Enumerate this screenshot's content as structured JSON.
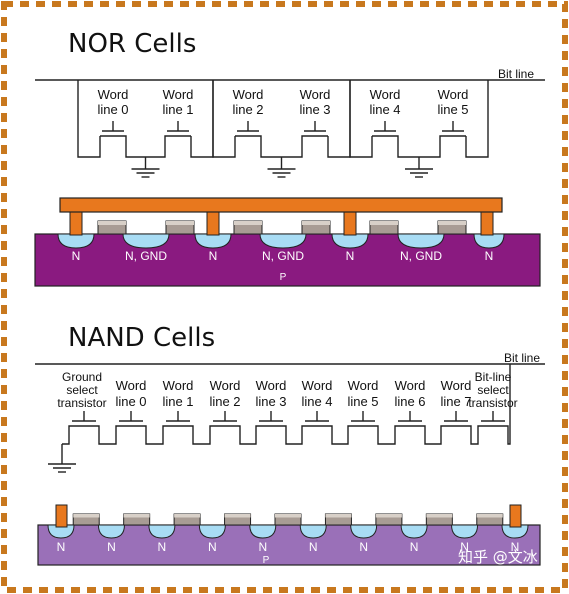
{
  "nor": {
    "title": "NOR Cells",
    "bit_line": "Bit line",
    "word_lines": [
      [
        "Word",
        "line 0"
      ],
      [
        "Word",
        "line 1"
      ],
      [
        "Word",
        "line 2"
      ],
      [
        "Word",
        "line 3"
      ],
      [
        "Word",
        "line 4"
      ],
      [
        "Word",
        "line 5"
      ]
    ],
    "regions": [
      "N",
      "N, GND",
      "N",
      "N, GND",
      "N",
      "N, GND",
      "N"
    ],
    "substrate": "P"
  },
  "nand": {
    "title": "NAND Cells",
    "bit_line": "Bit line",
    "ground_select": [
      "Ground",
      "select",
      "transistor"
    ],
    "bitline_select": [
      "Bit-line",
      "select",
      "transistor"
    ],
    "word_lines": [
      [
        "Word",
        "line 0"
      ],
      [
        "Word",
        "line 1"
      ],
      [
        "Word",
        "line 2"
      ],
      [
        "Word",
        "line 3"
      ],
      [
        "Word",
        "line 4"
      ],
      [
        "Word",
        "line 5"
      ],
      [
        "Word",
        "line 6"
      ],
      [
        "Word",
        "line 7"
      ]
    ],
    "region_label": "N",
    "region_count": 10,
    "substrate": "P"
  },
  "watermark": "知乎 @文冰",
  "colors": {
    "border": "#c8781e",
    "nor_substrate": "#8a1a80",
    "nand_substrate": "#9a70b8",
    "n_well": "#a8dcf4",
    "contact": "#e8781e",
    "gate": "#a89c94"
  }
}
